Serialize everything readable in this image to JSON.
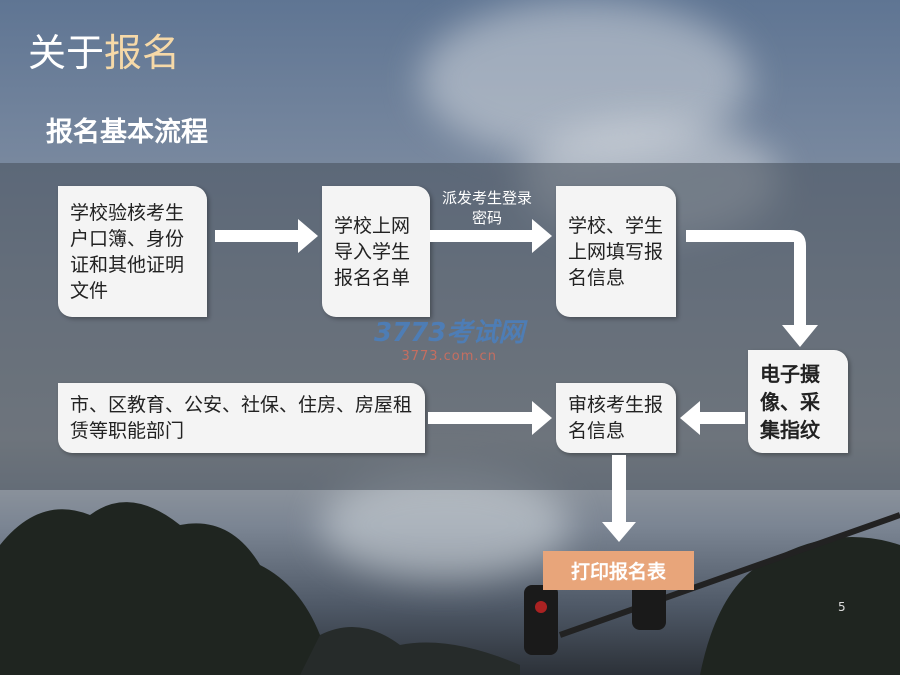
{
  "slide": {
    "title_part1": "关于",
    "title_part2": "报名",
    "subtitle": "报名基本流程",
    "page_number": "5"
  },
  "flow": {
    "box1": "学校验核考生户口簿、身份证和其他证明文件",
    "box2": "学校上网导入学生报名名单",
    "arrow_label": "派发考生登录密码",
    "box3": "学校、学生上网填写报名信息",
    "box4": "电子摄像、采集指纹",
    "box5": "审核考生报名信息",
    "box6": "市、区教育、公安、社保、住房、房屋租赁等职能部门",
    "box7": "打印报名表"
  },
  "watermark": {
    "line1": "3773考试网",
    "line2": "3773.com.cn"
  },
  "colors": {
    "accent": "#f6d9a8",
    "print_bg": "#e8a57a"
  }
}
